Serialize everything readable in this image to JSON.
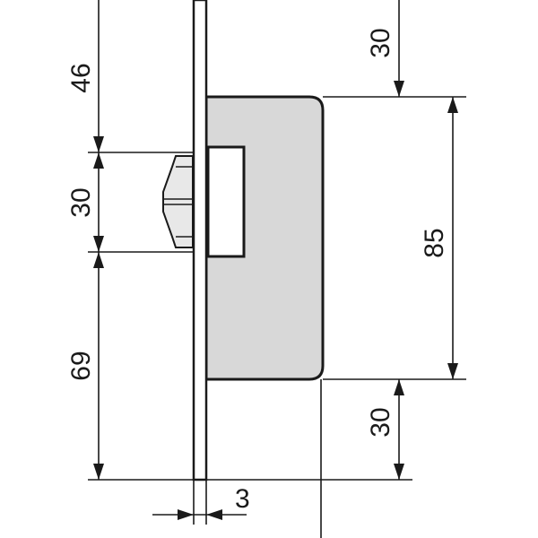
{
  "diagram": {
    "dimensions": {
      "top_offset": "30",
      "upper_height": "46",
      "bolt_height": "30",
      "lower_height": "69",
      "case_height": "85",
      "bottom_offset": "30",
      "plate_thickness": "3"
    },
    "colors": {
      "line": "#1a1a1a",
      "case_fill": "#d8d8d8",
      "bolt_fill": "#e8e8e8",
      "background": "#ffffff"
    }
  }
}
